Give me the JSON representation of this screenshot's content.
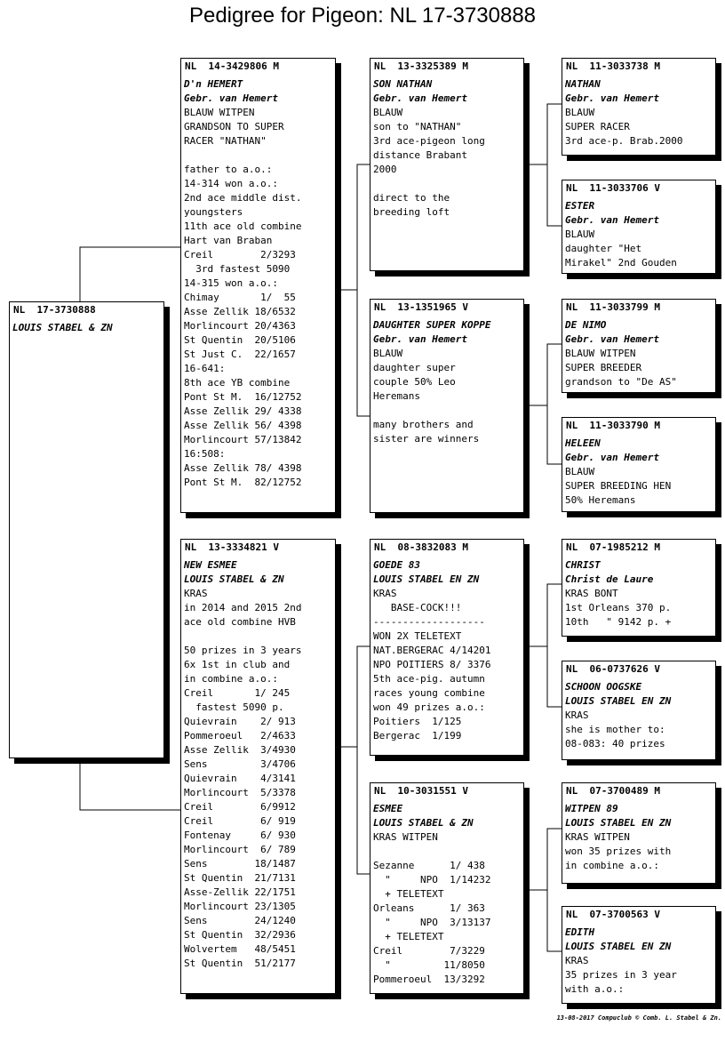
{
  "page": {
    "title": "Pedigree for Pigeon: NL  17-3730888",
    "footer": "13-08-2017   Compuclub © Comb. L. Stabel & Zn."
  },
  "birds": [
    {
      "id": "subject",
      "header": "NL  17-3730888",
      "name": "",
      "owner": "LOUIS STABEL & ZN",
      "lines": []
    },
    {
      "id": "sire",
      "header": "NL  14-3429806 M",
      "name": "D'n HEMERT",
      "owner": "Gebr. van Hemert",
      "lines": [
        "BLAUW WITPEN",
        "GRANDSON TO SUPER",
        "RACER \"NATHAN\"",
        "",
        "father to a.o.:",
        "14-314 won a.o.:",
        "2nd ace middle dist.",
        "youngsters",
        "11th ace old combine",
        "Hart van Braban",
        "Creil        2/3293",
        "  3rd fastest 5090",
        "14-315 won a.o.:",
        "Chimay       1/  55",
        "Asse Zellik 18/6532",
        "Morlincourt 20/4363",
        "St Quentin  20/5106",
        "St Just C.  22/1657",
        "16-641:",
        "8th ace YB combine",
        "Pont St M.  16/12752",
        "Asse Zellik 29/ 4338",
        "Asse Zellik 56/ 4398",
        "Morlincourt 57/13842",
        "16:508:",
        "Asse Zellik 78/ 4398",
        "Pont St M.  82/12752"
      ]
    },
    {
      "id": "dam",
      "header": "NL  13-3334821 V",
      "name": "NEW ESMEE",
      "owner": "LOUIS STABEL & ZN",
      "lines": [
        "KRAS",
        "in 2014 and 2015 2nd",
        "ace old combine HVB",
        "",
        "50 prizes in 3 years",
        "6x 1st in club and",
        "in combine a.o.:",
        "Creil       1/ 245",
        "  fastest 5090 p.",
        "Quievrain    2/ 913",
        "Pommeroeul   2/4633",
        "Asse Zellik  3/4930",
        "Sens         3/4706",
        "Quievrain    4/3141",
        "Morlincourt  5/3378",
        "Creil        6/9912",
        "Creil        6/ 919",
        "Fontenay     6/ 930",
        "Morlincourt  6/ 789",
        "Sens        18/1487",
        "St Quentin  21/7131",
        "Asse-Zellik 22/1751",
        "Morlincourt 23/1305",
        "Sens        24/1240",
        "St Quentin  32/2936",
        "Wolvertem   48/5451",
        "St Quentin  51/2177"
      ]
    },
    {
      "id": "ss",
      "header": "NL  13-3325389 M",
      "name": "SON NATHAN",
      "owner": "Gebr. van Hemert",
      "lines": [
        "BLAUW",
        "son to \"NATHAN\"",
        "3rd ace-pigeon long",
        "distance Brabant",
        "2000",
        "",
        "direct to the",
        "breeding loft"
      ]
    },
    {
      "id": "sd",
      "header": "NL  13-1351965 V",
      "name": "DAUGHTER SUPER KOPPE",
      "owner": "Gebr. van Hemert",
      "lines": [
        "BLAUW",
        "daughter super",
        "couple 50% Leo",
        "Heremans",
        "",
        "many brothers and",
        "sister are winners"
      ]
    },
    {
      "id": "ds",
      "header": "NL  08-3832083 M",
      "name": "GOEDE 83",
      "owner": "LOUIS STABEL EN ZN",
      "lines": [
        "KRAS",
        "   BASE-COCK!!!",
        "-------------------",
        "WON 2X TELETEXT",
        "NAT.BERGERAC 4/14201",
        "NPO POITIERS 8/ 3376",
        "5th ace-pig. autumn",
        "races young combine",
        "won 49 prizes a.o.:",
        "Poitiers  1/125",
        "Bergerac  1/199"
      ]
    },
    {
      "id": "dd",
      "header": "NL  10-3031551 V",
      "name": "ESMEE",
      "owner": "LOUIS STABEL & ZN",
      "lines": [
        "KRAS WITPEN",
        "",
        "Sezanne      1/ 438",
        "  \"     NPO  1/14232",
        "  + TELETEXT",
        "Orleans      1/ 363",
        "  \"     NPO  3/13137",
        "  + TELETEXT",
        "Creil        7/3229",
        "  \"         11/8050",
        "Pommeroeul  13/3292"
      ]
    },
    {
      "id": "sss",
      "header": "NL  11-3033738 M",
      "name": "NATHAN",
      "owner": "Gebr. van Hemert",
      "lines": [
        "BLAUW",
        "SUPER RACER",
        "3rd ace-p. Brab.2000"
      ]
    },
    {
      "id": "ssd",
      "header": "NL  11-3033706 V",
      "name": "ESTER",
      "owner": "Gebr. van Hemert",
      "lines": [
        "BLAUW",
        "daughter \"Het",
        "Mirakel\" 2nd Gouden"
      ]
    },
    {
      "id": "sds",
      "header": "NL  11-3033799 M",
      "name": "DE NIMO",
      "owner": "Gebr. van Hemert",
      "lines": [
        "BLAUW WITPEN",
        "SUPER BREEDER",
        "grandson to \"De AS\""
      ]
    },
    {
      "id": "sdd",
      "header": "NL  11-3033790 M",
      "name": "HELEEN",
      "owner": "Gebr. van Hemert",
      "lines": [
        "BLAUW",
        "SUPER BREEDING HEN",
        "50% Heremans"
      ]
    },
    {
      "id": "dss",
      "header": "NL  07-1985212 M",
      "name": "CHRIST",
      "owner": "Christ de Laure",
      "lines": [
        "KRAS BONT",
        "1st Orleans 370 p.",
        "10th   \" 9142 p. +"
      ]
    },
    {
      "id": "dsd",
      "header": "NL  06-0737626 V",
      "name": "SCHOON OOGSKE",
      "owner": "LOUIS STABEL EN ZN",
      "lines": [
        "KRAS",
        "she is mother to:",
        "08-083: 40 prizes"
      ]
    },
    {
      "id": "dds",
      "header": "NL  07-3700489 M",
      "name": "WITPEN 89",
      "owner": "LOUIS STABEL EN ZN",
      "lines": [
        "KRAS WITPEN",
        "won 35 prizes with",
        "in combine a.o.:"
      ]
    },
    {
      "id": "ddd",
      "header": "NL  07-3700563 V",
      "name": "EDITH",
      "owner": "LOUIS STABEL EN ZN",
      "lines": [
        "KRAS",
        "35 prizes in 3 year",
        "with a.o.:"
      ]
    }
  ]
}
